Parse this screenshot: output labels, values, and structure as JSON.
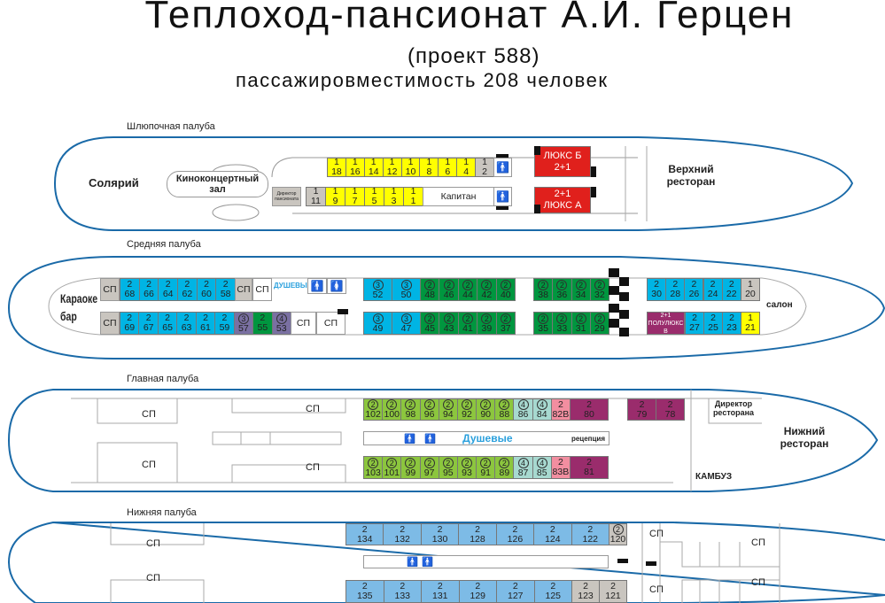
{
  "header": {
    "title": "Теплоход-пансионат А.И. Герцен",
    "subtitle": "(проект 588)",
    "capacity": "пассажировместимость  208 человек"
  },
  "colors": {
    "yellow": "#ffff00",
    "grey": "#c9c5bf",
    "cyan": "#00b4e4",
    "green": "#00963f",
    "red": "#e0201c",
    "purple": "#9a2c6c",
    "slate": "#7a70a2",
    "lime": "#8cc63e",
    "teal": "#a7d9d0",
    "pink": "#f28ea0",
    "blue": "#7dbbe6",
    "hull": "#1a6aa8"
  },
  "decks": {
    "boat": {
      "label": "Шлюпочная палуба",
      "solarium": "Солярий",
      "cinema": "Киноконцертный зал",
      "director": "Директор пансионата",
      "captain": "Капитан",
      "restaurant": "Верхний ресторан",
      "lux_b": {
        "name": "ЛЮКС Б",
        "cap": "2+1"
      },
      "lux_a": {
        "cap": "2+1",
        "name": "ЛЮКС А"
      },
      "rows": {
        "top": [
          {
            "cap": "1",
            "num": "18",
            "t": "yellow"
          },
          {
            "cap": "1",
            "num": "16",
            "t": "yellow"
          },
          {
            "cap": "1",
            "num": "14",
            "t": "yellow"
          },
          {
            "cap": "1",
            "num": "12",
            "t": "yellow"
          },
          {
            "cap": "1",
            "num": "10",
            "t": "yellow"
          },
          {
            "cap": "1",
            "num": "8",
            "t": "yellow"
          },
          {
            "cap": "1",
            "num": "6",
            "t": "yellow"
          },
          {
            "cap": "1",
            "num": "4",
            "t": "yellow"
          },
          {
            "cap": "1",
            "num": "2",
            "t": "grey"
          }
        ],
        "bottom": [
          {
            "cap": "1",
            "num": "11",
            "t": "grey"
          },
          {
            "cap": "1",
            "num": "9",
            "t": "yellow"
          },
          {
            "cap": "1",
            "num": "7",
            "t": "yellow"
          },
          {
            "cap": "1",
            "num": "5",
            "t": "yellow"
          },
          {
            "cap": "1",
            "num": "3",
            "t": "yellow"
          },
          {
            "cap": "1",
            "num": "1",
            "t": "yellow"
          }
        ]
      }
    },
    "middle": {
      "label": "Средняя палуба",
      "karaoke": "Караоке бар",
      "showers": "ДУШЕВЫЕ",
      "salon": "салон",
      "sp": "СП",
      "semi_lux": {
        "cap": "2+1",
        "name": "ПОЛУЛЮКС В"
      },
      "rows": {
        "top_a": [
          {
            "cap": "2",
            "num": "68",
            "t": "cyan"
          },
          {
            "cap": "2",
            "num": "66",
            "t": "cyan"
          },
          {
            "cap": "2",
            "num": "64",
            "t": "cyan"
          },
          {
            "cap": "2",
            "num": "62",
            "t": "cyan"
          },
          {
            "cap": "2",
            "num": "60",
            "t": "cyan"
          },
          {
            "cap": "2",
            "num": "58",
            "t": "cyan"
          }
        ],
        "top_b": [
          {
            "cap": "3",
            "num": "52",
            "t": "cyan",
            "c": true
          },
          {
            "cap": "3",
            "num": "50",
            "t": "cyan",
            "c": true
          }
        ],
        "top_c": [
          {
            "cap": "2",
            "num": "48",
            "t": "green",
            "c": true
          },
          {
            "cap": "2",
            "num": "46",
            "t": "green",
            "c": true
          },
          {
            "cap": "2",
            "num": "44",
            "t": "green",
            "c": true
          },
          {
            "cap": "2",
            "num": "42",
            "t": "green",
            "c": true
          },
          {
            "cap": "2",
            "num": "40",
            "t": "green",
            "c": true
          }
        ],
        "top_d": [
          {
            "cap": "2",
            "num": "38",
            "t": "green",
            "c": true
          },
          {
            "cap": "2",
            "num": "36",
            "t": "green",
            "c": true
          },
          {
            "cap": "2",
            "num": "34",
            "t": "green",
            "c": true
          },
          {
            "cap": "2",
            "num": "32",
            "t": "green",
            "c": true
          }
        ],
        "top_e": [
          {
            "cap": "2",
            "num": "30",
            "t": "cyan"
          },
          {
            "cap": "2",
            "num": "28",
            "t": "cyan"
          },
          {
            "cap": "2",
            "num": "26",
            "t": "cyan"
          },
          {
            "cap": "2",
            "num": "24",
            "t": "cyan"
          },
          {
            "cap": "2",
            "num": "22",
            "t": "cyan"
          },
          {
            "cap": "1",
            "num": "20",
            "t": "grey"
          }
        ],
        "bot_a": [
          {
            "cap": "2",
            "num": "69",
            "t": "cyan"
          },
          {
            "cap": "2",
            "num": "67",
            "t": "cyan"
          },
          {
            "cap": "2",
            "num": "65",
            "t": "cyan"
          },
          {
            "cap": "2",
            "num": "63",
            "t": "cyan"
          },
          {
            "cap": "2",
            "num": "61",
            "t": "cyan"
          },
          {
            "cap": "2",
            "num": "59",
            "t": "cyan"
          },
          {
            "cap": "3",
            "num": "57",
            "t": "slate",
            "c": true
          },
          {
            "cap": "2",
            "num": "55",
            "t": "green"
          },
          {
            "cap": "4",
            "num": "53",
            "t": "slate",
            "c": true
          }
        ],
        "bot_b": [
          {
            "cap": "3",
            "num": "49",
            "t": "cyan",
            "c": true
          },
          {
            "cap": "3",
            "num": "47",
            "t": "cyan",
            "c": true
          }
        ],
        "bot_c": [
          {
            "cap": "2",
            "num": "45",
            "t": "green",
            "c": true
          },
          {
            "cap": "2",
            "num": "43",
            "t": "green",
            "c": true
          },
          {
            "cap": "2",
            "num": "41",
            "t": "green",
            "c": true
          },
          {
            "cap": "2",
            "num": "39",
            "t": "green",
            "c": true
          },
          {
            "cap": "2",
            "num": "37",
            "t": "green",
            "c": true
          }
        ],
        "bot_d": [
          {
            "cap": "2",
            "num": "35",
            "t": "green",
            "c": true
          },
          {
            "cap": "2",
            "num": "33",
            "t": "green",
            "c": true
          },
          {
            "cap": "2",
            "num": "31",
            "t": "green",
            "c": true
          },
          {
            "cap": "2",
            "num": "29",
            "t": "green",
            "c": true
          }
        ],
        "bot_e": [
          {
            "cap": "2",
            "num": "27",
            "t": "cyan"
          },
          {
            "cap": "2",
            "num": "25",
            "t": "cyan"
          },
          {
            "cap": "2",
            "num": "23",
            "t": "cyan"
          },
          {
            "cap": "1",
            "num": "21",
            "t": "yellow"
          }
        ]
      }
    },
    "main": {
      "label": "Главная палуба",
      "sp": "СП",
      "showers": "Душевые",
      "reception": "рецепция",
      "galley": "КАМБУЗ",
      "restaurant": "Нижний ресторан",
      "rest_director": "Директор ресторана",
      "rows": {
        "top_a": [
          {
            "cap": "2",
            "num": "102",
            "t": "lime",
            "c": true
          },
          {
            "cap": "2",
            "num": "100",
            "t": "lime",
            "c": true
          },
          {
            "cap": "2",
            "num": "98",
            "t": "lime",
            "c": true
          },
          {
            "cap": "2",
            "num": "96",
            "t": "lime",
            "c": true
          },
          {
            "cap": "2",
            "num": "94",
            "t": "lime",
            "c": true
          },
          {
            "cap": "2",
            "num": "92",
            "t": "lime",
            "c": true
          },
          {
            "cap": "2",
            "num": "90",
            "t": "lime",
            "c": true
          },
          {
            "cap": "2",
            "num": "88",
            "t": "lime",
            "c": true
          },
          {
            "cap": "4",
            "num": "86",
            "t": "teal",
            "c": true
          },
          {
            "cap": "4",
            "num": "84",
            "t": "teal",
            "c": true
          },
          {
            "cap": "2",
            "num": "82В",
            "t": "pink"
          }
        ],
        "top_b": [
          {
            "cap": "2",
            "num": "80",
            "t": "purple"
          }
        ],
        "top_c": [
          {
            "cap": "2",
            "num": "79",
            "t": "purple"
          },
          {
            "cap": "2",
            "num": "78",
            "t": "purple"
          }
        ],
        "bot_a": [
          {
            "cap": "2",
            "num": "103",
            "t": "lime",
            "c": true
          },
          {
            "cap": "2",
            "num": "101",
            "t": "lime",
            "c": true
          },
          {
            "cap": "2",
            "num": "99",
            "t": "lime",
            "c": true
          },
          {
            "cap": "2",
            "num": "97",
            "t": "lime",
            "c": true
          },
          {
            "cap": "2",
            "num": "95",
            "t": "lime",
            "c": true
          },
          {
            "cap": "2",
            "num": "93",
            "t": "lime",
            "c": true
          },
          {
            "cap": "2",
            "num": "91",
            "t": "lime",
            "c": true
          },
          {
            "cap": "2",
            "num": "89",
            "t": "lime",
            "c": true
          },
          {
            "cap": "4",
            "num": "87",
            "t": "teal",
            "c": true
          },
          {
            "cap": "4",
            "num": "85",
            "t": "teal",
            "c": true
          },
          {
            "cap": "2",
            "num": "83В",
            "t": "pink"
          }
        ],
        "bot_b": [
          {
            "cap": "2",
            "num": "81",
            "t": "purple"
          }
        ]
      }
    },
    "lower": {
      "label": "Нижняя палуба",
      "sp": "СП",
      "rows": {
        "top_a": [
          {
            "cap": "2",
            "num": "134",
            "t": "blue"
          },
          {
            "cap": "2",
            "num": "132",
            "t": "blue"
          },
          {
            "cap": "2",
            "num": "130",
            "t": "blue"
          },
          {
            "cap": "2",
            "num": "128",
            "t": "blue"
          },
          {
            "cap": "2",
            "num": "126",
            "t": "blue"
          },
          {
            "cap": "2",
            "num": "124",
            "t": "blue"
          },
          {
            "cap": "2",
            "num": "122",
            "t": "blue"
          }
        ],
        "top_b": [
          {
            "cap": "2",
            "num": "120",
            "t": "grey",
            "c": true
          }
        ],
        "bot_a": [
          {
            "cap": "2",
            "num": "135",
            "t": "blue"
          },
          {
            "cap": "2",
            "num": "133",
            "t": "blue"
          },
          {
            "cap": "2",
            "num": "131",
            "t": "blue"
          },
          {
            "cap": "2",
            "num": "129",
            "t": "blue"
          },
          {
            "cap": "2",
            "num": "127",
            "t": "blue"
          },
          {
            "cap": "2",
            "num": "125",
            "t": "blue"
          }
        ],
        "bot_b": [
          {
            "cap": "2",
            "num": "123",
            "t": "grey"
          },
          {
            "cap": "2",
            "num": "121",
            "t": "grey"
          }
        ]
      }
    }
  }
}
